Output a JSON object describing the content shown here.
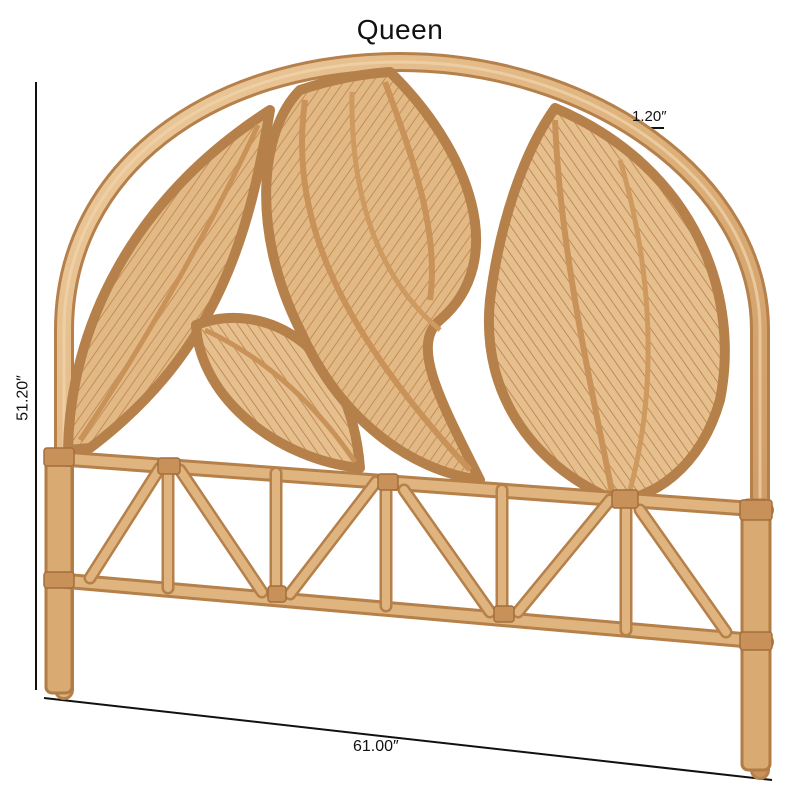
{
  "product": {
    "size_label": "Queen",
    "height_label": "51.20″",
    "width_label": "61.00″",
    "depth_label": "1.20″"
  },
  "colors": {
    "rattan_light": "#E7C091",
    "rattan_mid": "#D4A26A",
    "rattan_dark": "#B17C45",
    "dimension_line": "#111111",
    "background": "#FFFFFF"
  }
}
